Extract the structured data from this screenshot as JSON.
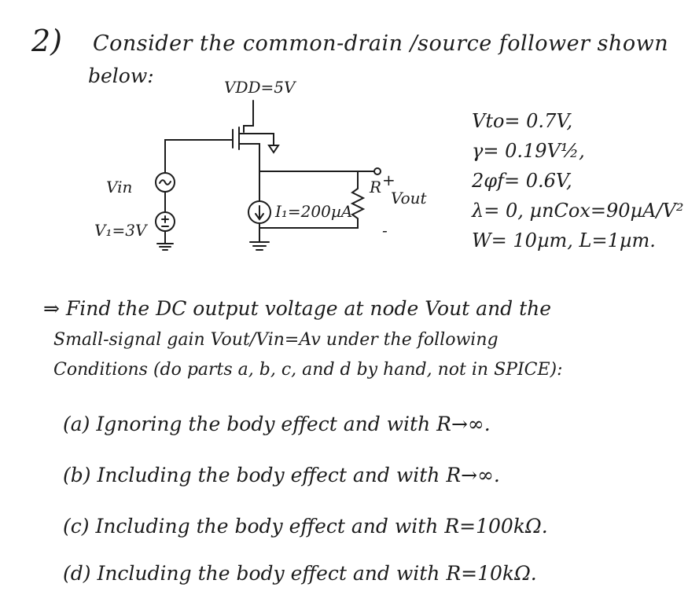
{
  "problem": {
    "number": "2)",
    "intro_line1": "Consider the common-drain /source follower shown",
    "intro_line2": "below:"
  },
  "circuit": {
    "vdd_label": "VDD=5V",
    "vin_label": "Vin",
    "v1_label": "V₁=3V",
    "current_label": "I₁=200µA",
    "r_label": "R",
    "vout_label": "Vout",
    "plus_sign": "+",
    "minus_sign": "-"
  },
  "parameters": [
    "Vto= 0.7V,",
    "γ= 0.19V½,",
    "2φf= 0.6V,",
    "λ= 0, µnCox=90µA/V²",
    "W= 10µm, L=1µm."
  ],
  "task": {
    "line1": "⇒ Find the DC output voltage at node Vout and the",
    "line2": "Small-signal gain Vout/Vin=Av under the following",
    "line3": "Conditions (do parts a, b, c, and d by hand, not in SPICE):"
  },
  "parts": {
    "a": "(a) Ignoring the body effect and with R→∞.",
    "b": "(b) Including the body effect and with R→∞.",
    "c": "(c) Including the body effect and with R=100kΩ.",
    "d": "(d) Including the body effect and with R=10kΩ."
  }
}
